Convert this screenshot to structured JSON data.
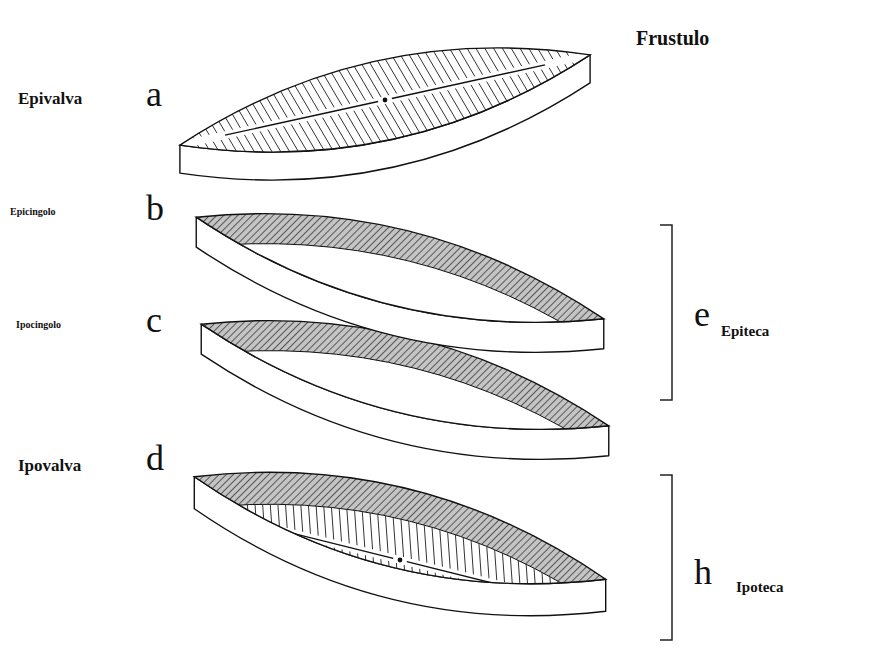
{
  "diagram": {
    "title": "Frustulo",
    "labels": [
      "Epivalva",
      "a",
      "Epicingolo",
      "b",
      "Ipocingolo",
      "c",
      "Ipovalva",
      "d",
      "e",
      "Epiteca",
      "h",
      "Ipoteca"
    ]
  }
}
